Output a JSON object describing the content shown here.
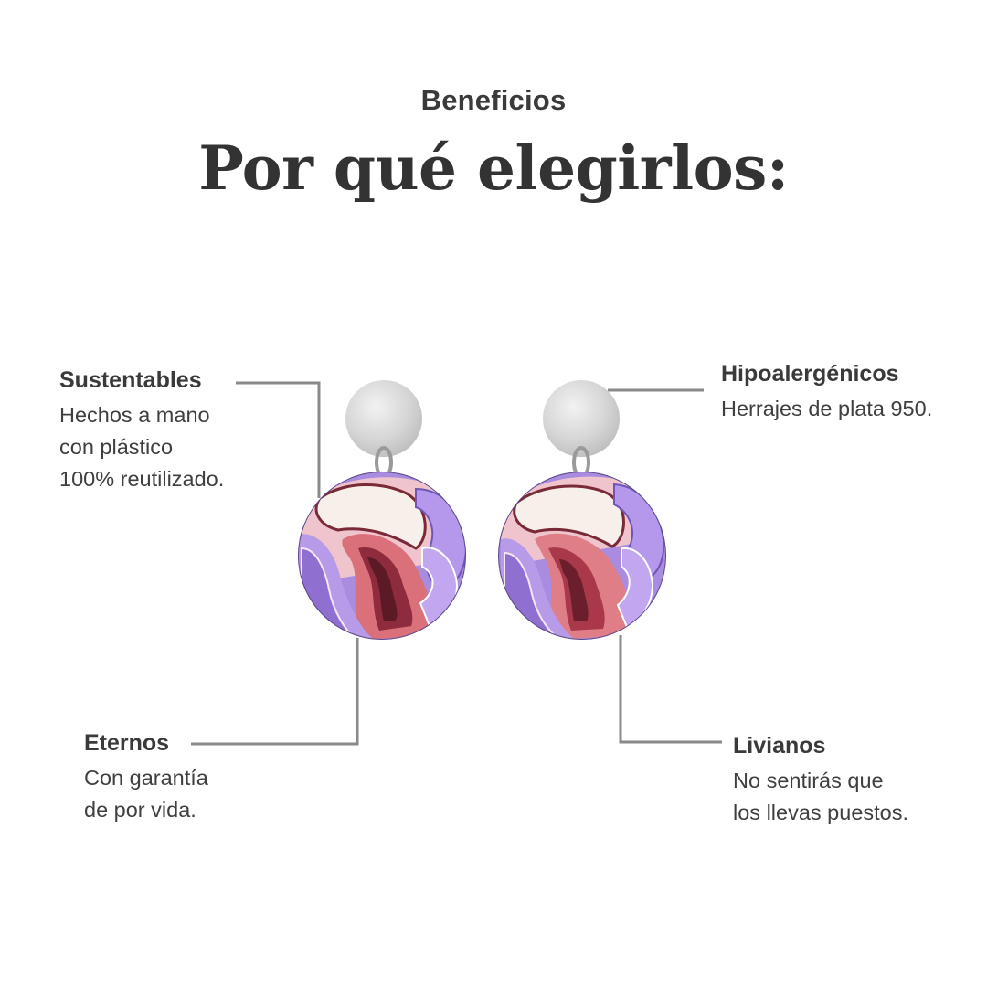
{
  "header": {
    "eyebrow": "Beneficios",
    "title": "Por qué elegirlos:"
  },
  "benefits": {
    "sustentables": {
      "title": "Sustentables",
      "lines": [
        "Hechos a mano",
        "con plástico",
        "100% reutilizado."
      ]
    },
    "hipoalergenicos": {
      "title": "Hipoalergénicos",
      "lines": [
        "Herrajes de plata 950."
      ]
    },
    "eternos": {
      "title": "Eternos",
      "lines": [
        "Con garantía",
        "de por vida."
      ]
    },
    "livianos": {
      "title": "Livianos",
      "lines": [
        "No sentirás que",
        "los llevas puestos."
      ]
    }
  },
  "colors": {
    "text": "#3a3a3a",
    "connector": "#8a8a8a",
    "silver": "#d9d9d9",
    "purple": "#9b7fd8",
    "pink": "#e8a1a8",
    "burgundy": "#8e2b3c",
    "cream": "#f6ece4"
  }
}
